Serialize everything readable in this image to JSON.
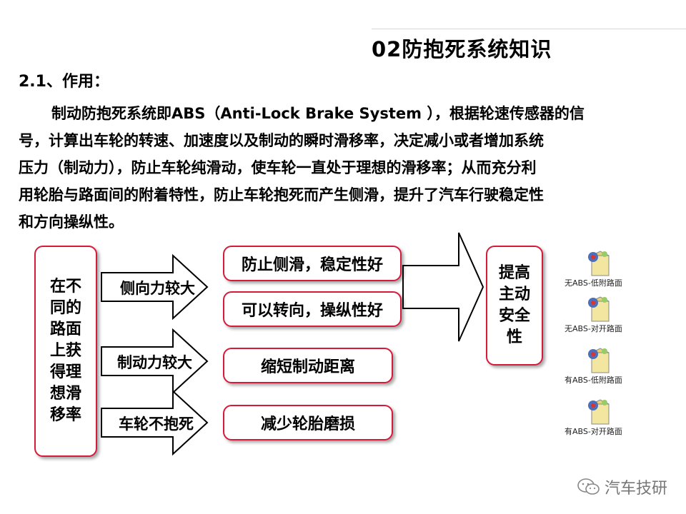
{
  "header": {
    "title": "02防抱死系统知识"
  },
  "section": {
    "heading": "2.1、作用："
  },
  "paragraph": [
    "制动防抱死系统即ABS（Anti-Lock Brake System ），根据轮速传感器的信",
    "号，计算出车轮的转速、加速度以及制动的瞬时滑移率，决定减小或者增加系统",
    "压力（制动力），防止车轮纯滑动，使车轮一直处于理想的滑移率；从而充分利",
    "用轮胎与路面间的附着特性，防止车轮抱死而产生侧滑，提升了汽车行驶稳定性",
    "和方向操纵性。"
  ],
  "diagram": {
    "left_box": "在不同的路面上获得理想滑移率",
    "arrows": [
      "侧向力较大",
      "制动力较大",
      "车轮不抱死"
    ],
    "results": [
      "防止侧滑，稳定性好",
      "可以转向，操纵性好",
      "缩短制动距离",
      "减少轮胎磨损"
    ],
    "goal": "提高主动安全性"
  },
  "media": [
    {
      "label": "无ABS-低附路面",
      "icon": "media-file-icon"
    },
    {
      "label": "无ABS-对开路面",
      "icon": "media-file-icon"
    },
    {
      "label": "有ABS-低附路面",
      "icon": "media-file-icon"
    },
    {
      "label": "有ABS-对开路面",
      "icon": "media-file-icon"
    }
  ],
  "watermark": {
    "text": "汽车技研",
    "icon": "wechat-icon"
  },
  "colors": {
    "box_border": "#d61a3b",
    "arrow_stroke": "#000000"
  }
}
